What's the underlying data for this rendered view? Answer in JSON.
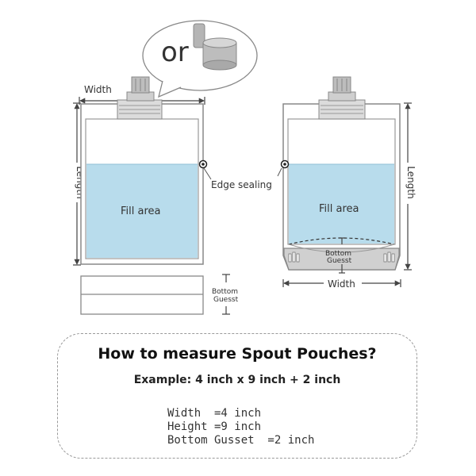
{
  "bubble": {
    "or_text": "or"
  },
  "left_pouch": {
    "width_label": "Width",
    "length_label": "Length",
    "fill_label": "Fill area",
    "edge_label": "Edge sealing",
    "gusset_label_1": "Bottom",
    "gusset_label_2": "Guesst"
  },
  "right_pouch": {
    "length_label": "Length",
    "fill_label": "Fill area",
    "width_label": "Width",
    "gusset_label_1": "Bottom",
    "gusset_label_2": "Guesst"
  },
  "info": {
    "title": "How to measure Spout Pouches?",
    "example": "Example: 4 inch x 9 inch + 2 inch",
    "specs": [
      "Width  =4 inch",
      "Height =9 inch",
      "Bottom Gusset  =2 inch"
    ]
  },
  "colors": {
    "fill": "#b8dcec",
    "outline": "#888888",
    "gray_fill": "#cfcfcf"
  }
}
